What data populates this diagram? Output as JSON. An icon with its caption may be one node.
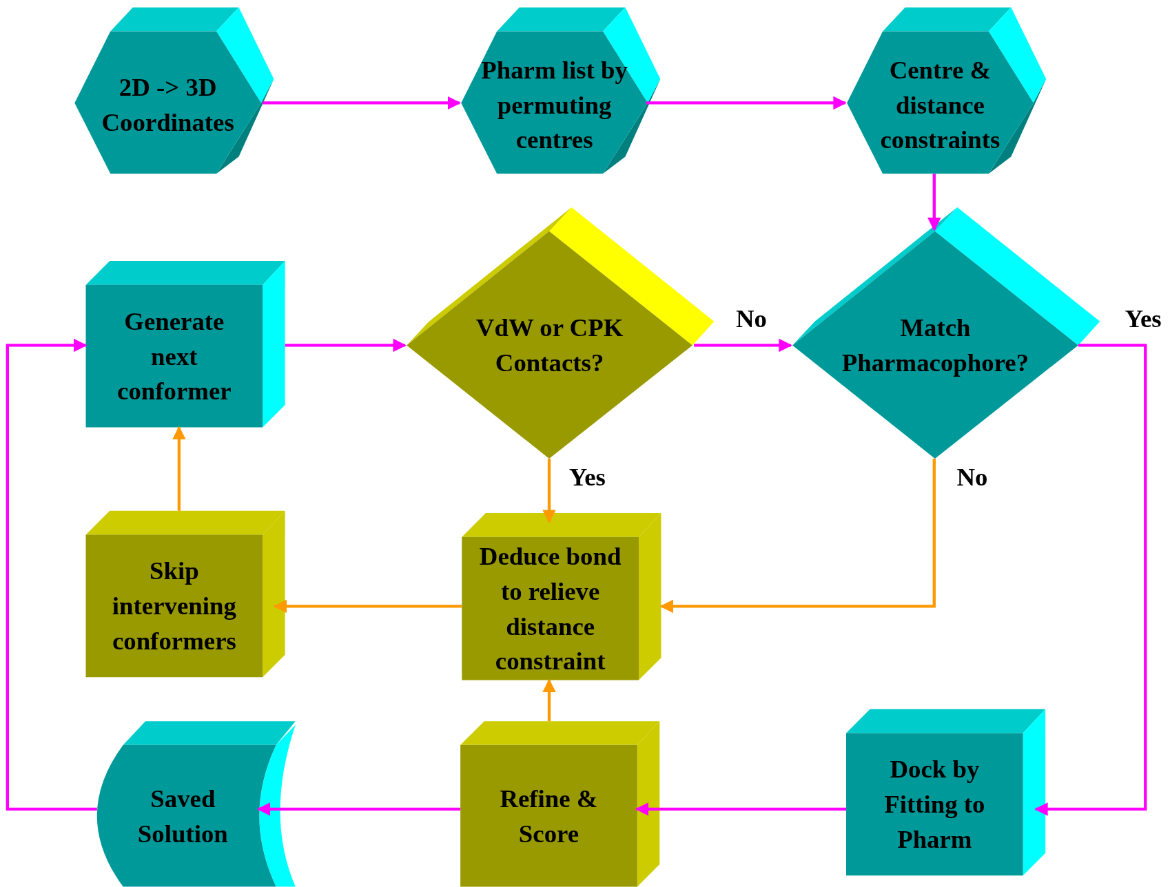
{
  "diagram": {
    "nodes": [
      {
        "text": [
          "2D -> 3D Coordinates"
        ]
      },
      {
        "text": [
          "Pharm list by permuting centres"
        ]
      },
      {
        "text": [
          "Centre & distance constraints"
        ]
      },
      {
        "text": [
          "Generate next conformer"
        ]
      },
      {
        "text": [
          "VdW or CPK Contacts?"
        ]
      },
      {
        "text": [
          "Match Pharmacophore?"
        ]
      },
      {
        "text": [
          "Skip intervening conformers"
        ]
      },
      {
        "text": [
          "Deduce bond to relieve distance constraint"
        ]
      },
      {
        "text": [
          "Saved Solution"
        ]
      },
      {
        "text": [
          "Refine & Score"
        ]
      },
      {
        "text": [
          "Dock by Fitting to Pharm"
        ]
      }
    ],
    "edges": [
      {
        "from": 0,
        "to": 1,
        "arrow": "to"
      },
      {
        "from": 1,
        "to": 2,
        "arrow": "to"
      },
      {
        "from": 2,
        "to": 5,
        "arrow": "to"
      },
      {
        "from": 3,
        "to": 4,
        "arrow": "to"
      },
      {
        "from": 4,
        "to": 5,
        "arrow": "to",
        "label": "No"
      },
      {
        "from": 5,
        "to": 10,
        "arrow": "to",
        "label": "Yes"
      },
      {
        "from": 4,
        "to": 7,
        "arrow": "to",
        "label": "Yes",
        "color": "#ff9900"
      },
      {
        "from": 5,
        "to": 7,
        "arrow": "to",
        "label": "No",
        "color": "#ff9900"
      },
      {
        "from": 7,
        "to": 6,
        "arrow": "to",
        "color": "#ff9900"
      },
      {
        "from": 6,
        "to": 3,
        "arrow": "to",
        "color": "#ff9900"
      },
      {
        "from": 9,
        "to": 7,
        "arrow": "to",
        "color": "#ff9900"
      },
      {
        "from": 10,
        "to": 9,
        "arrow": "to"
      },
      {
        "from": 9,
        "to": 8,
        "arrow": "to"
      },
      {
        "from": 8,
        "to": 3,
        "arrow": "to"
      }
    ]
  }
}
